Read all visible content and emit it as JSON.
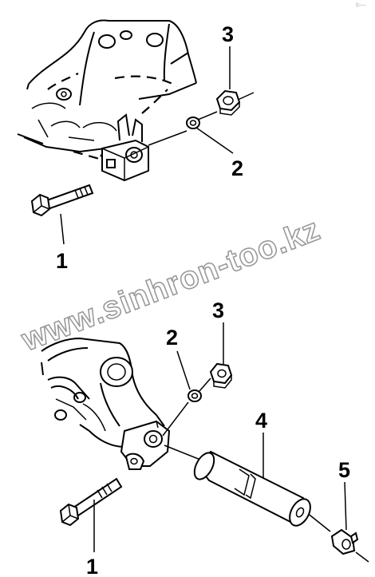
{
  "corner_mark": "(▷—",
  "watermark": "www.sinhron-too.kz",
  "top_assembly": {
    "callouts": {
      "part_1": "1",
      "part_2": "2",
      "part_3": "3"
    }
  },
  "bottom_assembly": {
    "callouts": {
      "part_1": "1",
      "part_2": "2",
      "part_3": "3",
      "part_4": "4",
      "part_5": "5"
    }
  }
}
